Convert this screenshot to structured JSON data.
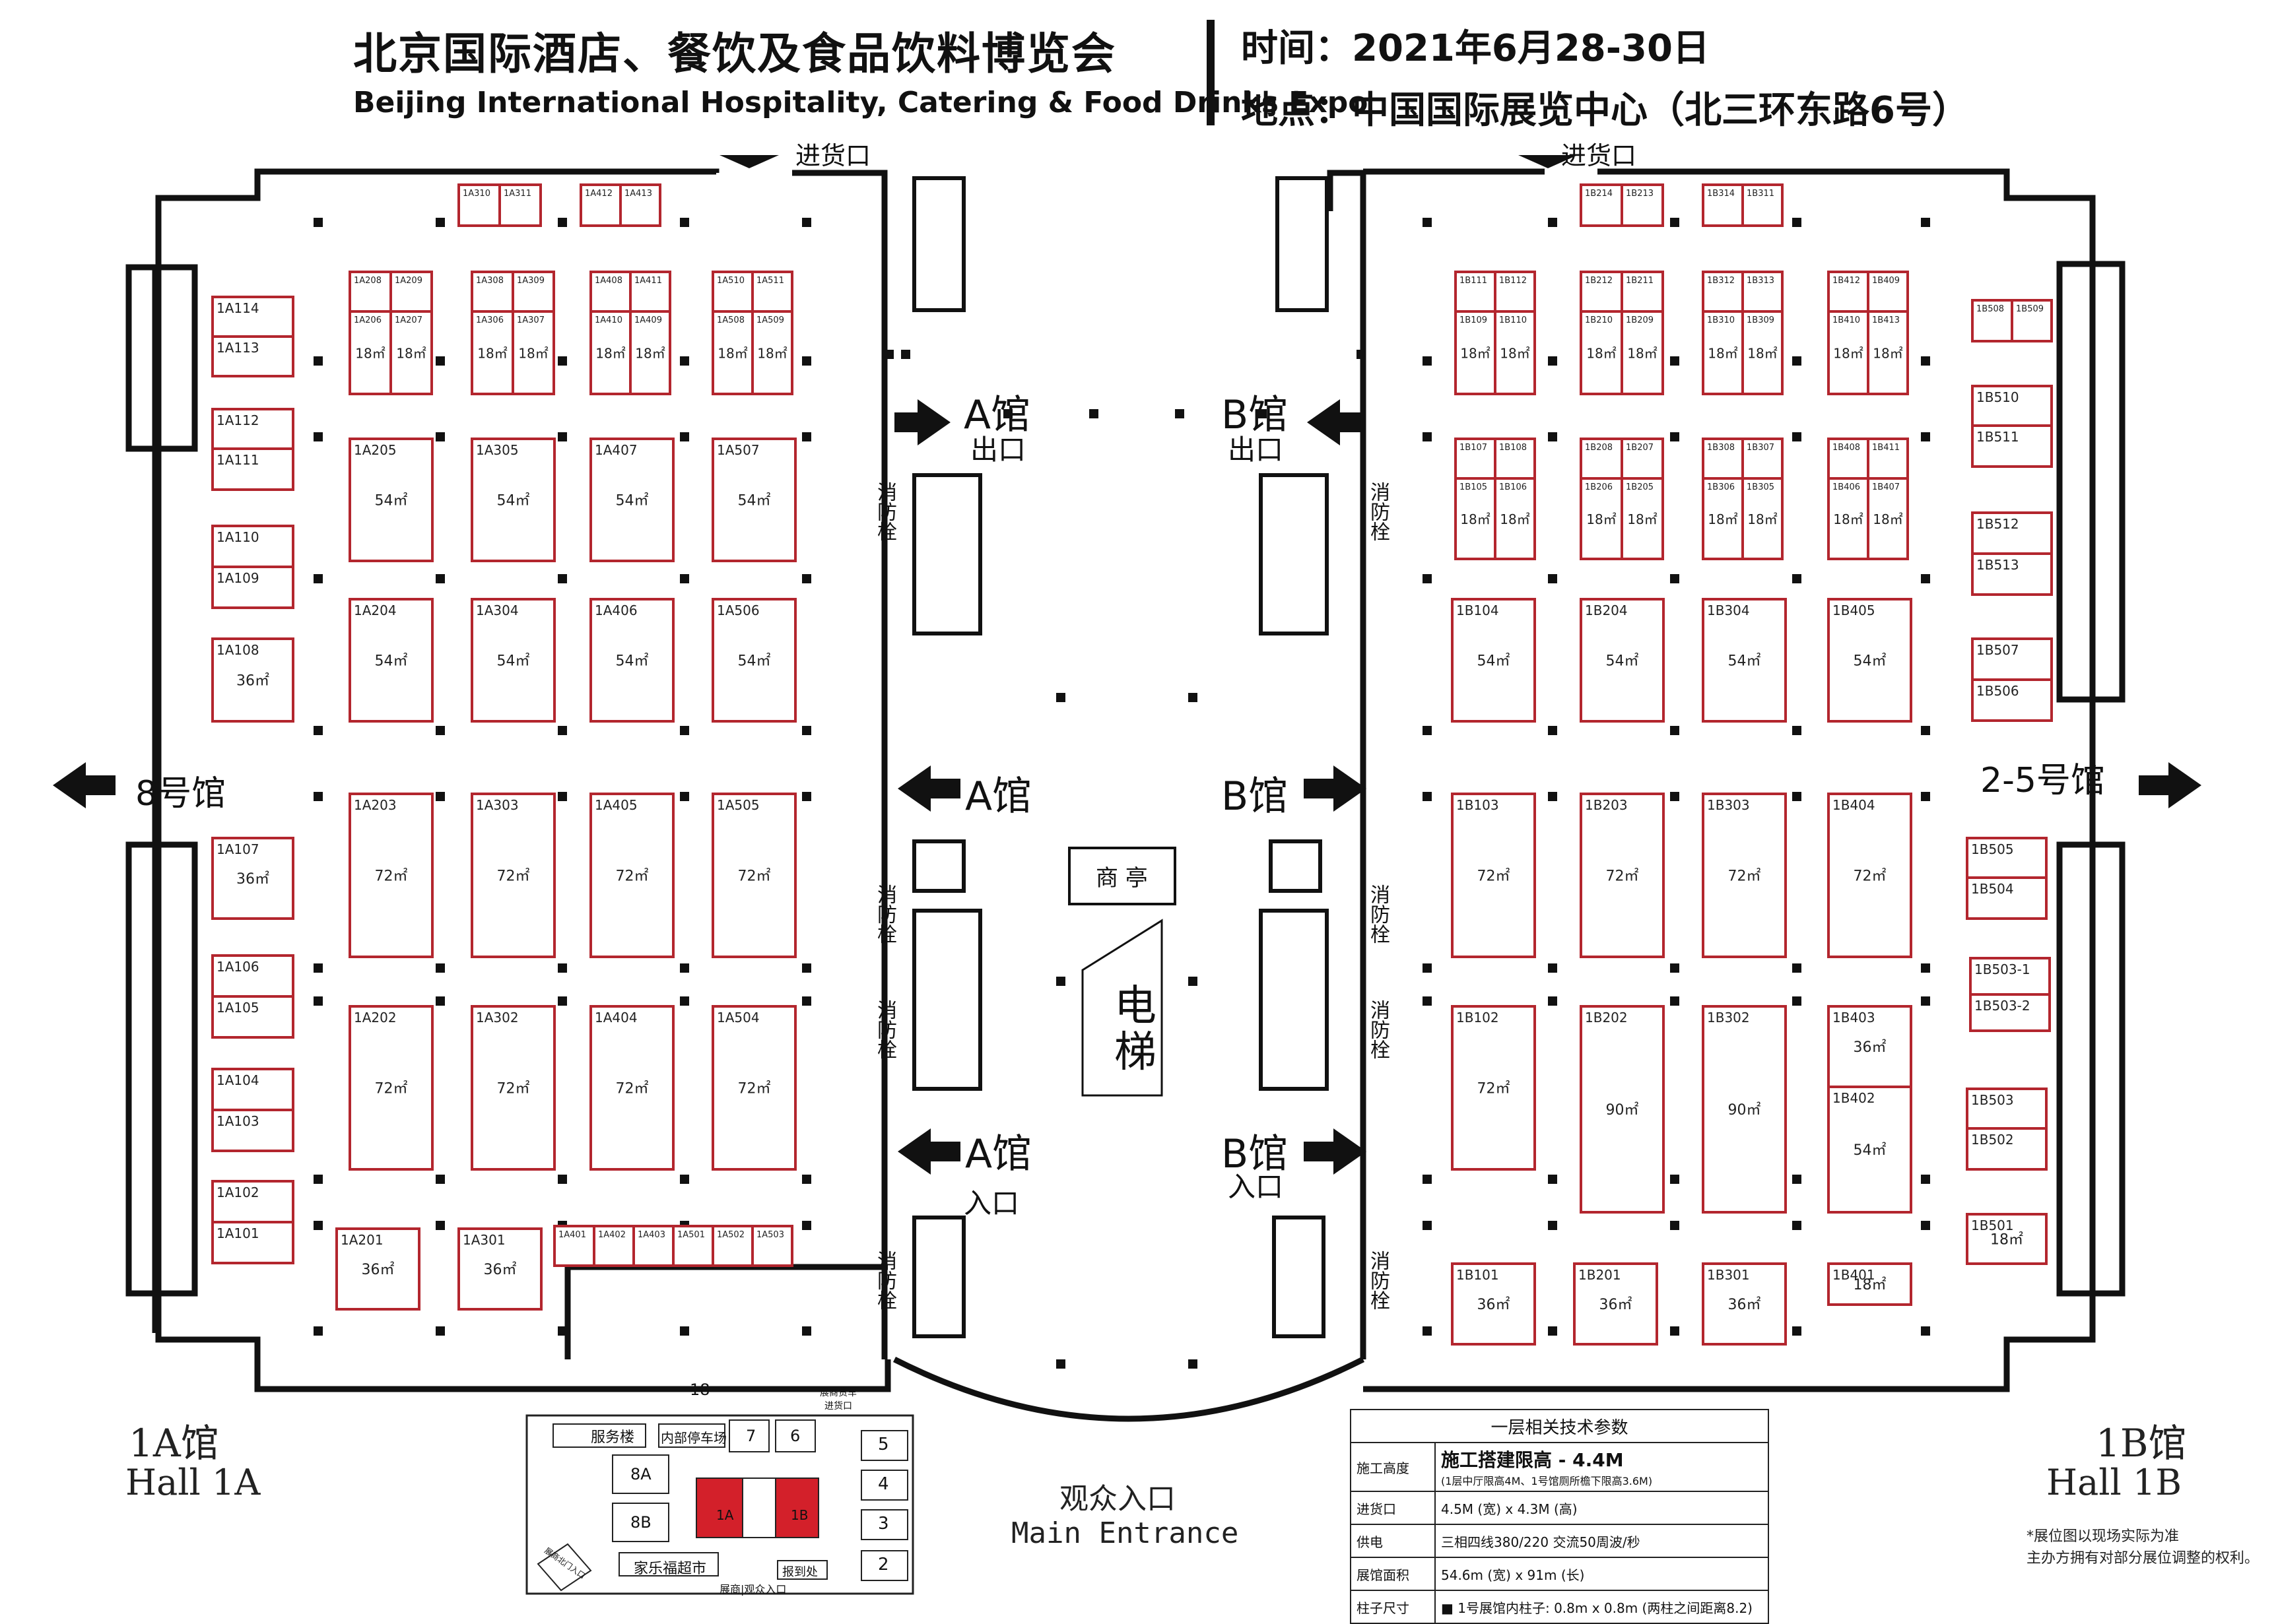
{
  "header": {
    "title_cn": "北京国际酒店、餐饮及食品饮料博览会",
    "title_en": "Beijing International Hospitality, Catering & Food Drinks Expo",
    "time": "时间：2021年6月28-30日",
    "place": "地点：中国国际展览中心（北三环东路6号）"
  },
  "labels": {
    "loading_dock": "进货口",
    "hall_a": "A馆",
    "hall_b": "B馆",
    "exit": "出口",
    "entrance": "入口",
    "hall8": "8号馆",
    "hall25": "2-5号馆",
    "kiosk": "商 亭",
    "elevator": "电梯",
    "hydrant": "消防栓",
    "hall1a_cn": "1A馆",
    "hall1a_en": "Hall 1A",
    "hall1b_cn": "1B馆",
    "hall1b_en": "Hall 1B",
    "main_entrance_cn": "观众入口",
    "main_entrance_en": "Main Entrance",
    "num18": "18",
    "note1": "*展位图以现场实际为准",
    "note2": "主办方拥有对部分展位调整的权利。"
  },
  "minimap": {
    "service": "服务楼",
    "parking": "内部停车场",
    "b7": "7",
    "b6": "6",
    "gate": "展商货车进货口",
    "b8a": "8A",
    "b8b": "8B",
    "h1a": "1A",
    "h1b": "1B",
    "b5": "5",
    "b4": "4",
    "b3": "3",
    "b2": "2",
    "market": "家乐福超市",
    "checkin": "报到处",
    "visitor_in": "展商|观众入口",
    "north_gate": "展商北门入口"
  },
  "params": {
    "title": "一层相关技术参数",
    "rows": [
      {
        "k": "施工高度",
        "v": "施工搭建限高 - 4.4M",
        "v2": "(1层中厅限高4M、1号馆厕所檐下限高3.6M)"
      },
      {
        "k": "进货口",
        "v": "4.5M (宽) x 4.3M (高)"
      },
      {
        "k": "供电",
        "v": "三相四线380/220 交流50周波/秒"
      },
      {
        "k": "展馆面积",
        "v": "54.6m (宽) x 91m (长)"
      },
      {
        "k": "柱子尺寸",
        "v": "■ 1号展馆内柱子: 0.8m x 0.8m (两柱之间距离8.2)"
      }
    ]
  },
  "booths": [
    {
      "id": "1A310",
      "area": ""
    },
    {
      "id": "1A311",
      "area": ""
    },
    {
      "id": "1A412",
      "area": ""
    },
    {
      "id": "1A413",
      "area": ""
    },
    {
      "id": "1A208",
      "area": ""
    },
    {
      "id": "1A209",
      "area": ""
    },
    {
      "id": "1A206",
      "area": "18㎡"
    },
    {
      "id": "1A207",
      "area": "18㎡"
    },
    {
      "id": "1A308",
      "area": ""
    },
    {
      "id": "1A309",
      "area": ""
    },
    {
      "id": "1A306",
      "area": "18㎡"
    },
    {
      "id": "1A307",
      "area": "18㎡"
    },
    {
      "id": "1A408",
      "area": ""
    },
    {
      "id": "1A411",
      "area": ""
    },
    {
      "id": "1A410",
      "area": "18㎡"
    },
    {
      "id": "1A409",
      "area": "18㎡"
    },
    {
      "id": "1A510",
      "area": ""
    },
    {
      "id": "1A511",
      "area": ""
    },
    {
      "id": "1A508",
      "area": "18㎡"
    },
    {
      "id": "1A509",
      "area": "18㎡"
    },
    {
      "id": "1A114",
      "area": ""
    },
    {
      "id": "1A113",
      "area": ""
    },
    {
      "id": "1A112",
      "area": ""
    },
    {
      "id": "1A111",
      "area": ""
    },
    {
      "id": "1A110",
      "area": ""
    },
    {
      "id": "1A109",
      "area": ""
    },
    {
      "id": "1A108",
      "area": "36㎡"
    },
    {
      "id": "1A205",
      "area": "54㎡"
    },
    {
      "id": "1A305",
      "area": "54㎡"
    },
    {
      "id": "1A407",
      "area": "54㎡"
    },
    {
      "id": "1A507",
      "area": "54㎡"
    },
    {
      "id": "1A204",
      "area": "54㎡"
    },
    {
      "id": "1A304",
      "area": "54㎡"
    },
    {
      "id": "1A406",
      "area": "54㎡"
    },
    {
      "id": "1A506",
      "area": "54㎡"
    },
    {
      "id": "1A203",
      "area": "72㎡"
    },
    {
      "id": "1A303",
      "area": "72㎡"
    },
    {
      "id": "1A405",
      "area": "72㎡"
    },
    {
      "id": "1A505",
      "area": "72㎡"
    },
    {
      "id": "1A107",
      "area": "36㎡"
    },
    {
      "id": "1A106",
      "area": ""
    },
    {
      "id": "1A105",
      "area": ""
    },
    {
      "id": "1A202",
      "area": "72㎡"
    },
    {
      "id": "1A302",
      "area": "72㎡"
    },
    {
      "id": "1A404",
      "area": "72㎡"
    },
    {
      "id": "1A504",
      "area": "72㎡"
    },
    {
      "id": "1A104",
      "area": ""
    },
    {
      "id": "1A103",
      "area": ""
    },
    {
      "id": "1A102",
      "area": ""
    },
    {
      "id": "1A101",
      "area": ""
    },
    {
      "id": "1A201",
      "area": "36㎡"
    },
    {
      "id": "1A301",
      "area": "36㎡"
    },
    {
      "id": "1A401",
      "area": ""
    },
    {
      "id": "1A402",
      "area": ""
    },
    {
      "id": "1A403",
      "area": ""
    },
    {
      "id": "1A501",
      "area": ""
    },
    {
      "id": "1A502",
      "area": ""
    },
    {
      "id": "1A503",
      "area": ""
    },
    {
      "id": "1B214",
      "area": ""
    },
    {
      "id": "1B213",
      "area": ""
    },
    {
      "id": "1B314",
      "area": ""
    },
    {
      "id": "1B311",
      "area": ""
    },
    {
      "id": "1B111",
      "area": ""
    },
    {
      "id": "1B112",
      "area": ""
    },
    {
      "id": "1B109",
      "area": "18㎡"
    },
    {
      "id": "1B110",
      "area": "18㎡"
    },
    {
      "id": "1B212",
      "area": ""
    },
    {
      "id": "1B211",
      "area": ""
    },
    {
      "id": "1B210",
      "area": "18㎡"
    },
    {
      "id": "1B209",
      "area": "18㎡"
    },
    {
      "id": "1B312",
      "area": ""
    },
    {
      "id": "1B313",
      "area": ""
    },
    {
      "id": "1B310",
      "area": "18㎡"
    },
    {
      "id": "1B309",
      "area": "18㎡"
    },
    {
      "id": "1B412",
      "area": ""
    },
    {
      "id": "1B409",
      "area": ""
    },
    {
      "id": "1B410",
      "area": "18㎡"
    },
    {
      "id": "1B413",
      "area": "18㎡"
    },
    {
      "id": "1B508",
      "area": ""
    },
    {
      "id": "1B509",
      "area": ""
    },
    {
      "id": "1B510",
      "area": ""
    },
    {
      "id": "1B511",
      "area": ""
    },
    {
      "id": "1B107",
      "area": ""
    },
    {
      "id": "1B108",
      "area": ""
    },
    {
      "id": "1B105",
      "area": "18㎡"
    },
    {
      "id": "1B106",
      "area": "18㎡"
    },
    {
      "id": "1B208",
      "area": ""
    },
    {
      "id": "1B207",
      "area": ""
    },
    {
      "id": "1B206",
      "area": "18㎡"
    },
    {
      "id": "1B205",
      "area": "18㎡"
    },
    {
      "id": "1B308",
      "area": ""
    },
    {
      "id": "1B307",
      "area": ""
    },
    {
      "id": "1B306",
      "area": "18㎡"
    },
    {
      "id": "1B305",
      "area": "18㎡"
    },
    {
      "id": "1B408",
      "area": ""
    },
    {
      "id": "1B411",
      "area": ""
    },
    {
      "id": "1B406",
      "area": "18㎡"
    },
    {
      "id": "1B407",
      "area": "18㎡"
    },
    {
      "id": "1B512",
      "area": ""
    },
    {
      "id": "1B513",
      "area": ""
    },
    {
      "id": "1B104",
      "area": "54㎡"
    },
    {
      "id": "1B204",
      "area": "54㎡"
    },
    {
      "id": "1B304",
      "area": "54㎡"
    },
    {
      "id": "1B405",
      "area": "54㎡"
    },
    {
      "id": "1B507",
      "area": ""
    },
    {
      "id": "1B506",
      "area": ""
    },
    {
      "id": "1B103",
      "area": "72㎡"
    },
    {
      "id": "1B203",
      "area": "72㎡"
    },
    {
      "id": "1B303",
      "area": "72㎡"
    },
    {
      "id": "1B404",
      "area": "72㎡"
    },
    {
      "id": "1B505",
      "area": ""
    },
    {
      "id": "1B504",
      "area": ""
    },
    {
      "id": "1B503-1",
      "area": ""
    },
    {
      "id": "1B503-2",
      "area": ""
    },
    {
      "id": "1B102",
      "area": "72㎡"
    },
    {
      "id": "1B202",
      "area": "90㎡"
    },
    {
      "id": "1B302",
      "area": "90㎡"
    },
    {
      "id": "1B403",
      "area": "36㎡"
    },
    {
      "id": "1B402",
      "area": "54㎡"
    },
    {
      "id": "1B503",
      "area": ""
    },
    {
      "id": "1B502",
      "area": ""
    },
    {
      "id": "1B501",
      "area": "18㎡"
    },
    {
      "id": "1B401",
      "area": "18㎡"
    },
    {
      "id": "1B101",
      "area": "36㎡"
    },
    {
      "id": "1B201",
      "area": "36㎡"
    },
    {
      "id": "1B301",
      "area": "36㎡"
    }
  ]
}
